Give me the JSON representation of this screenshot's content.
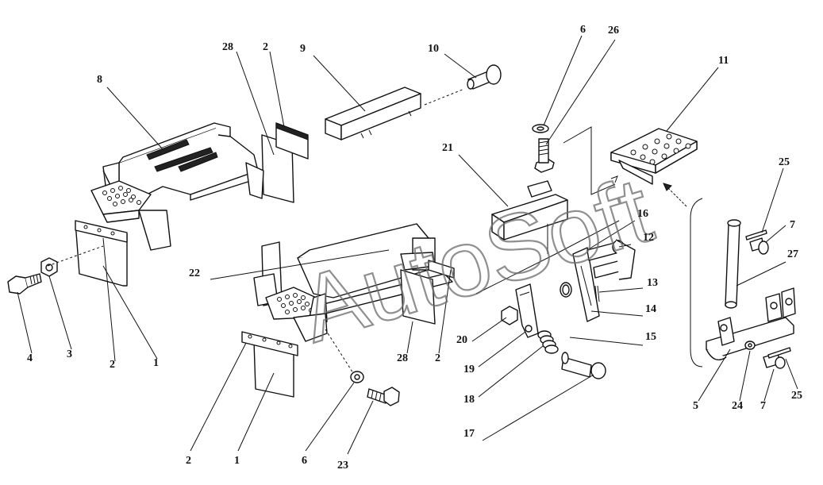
{
  "diagram": {
    "watermark": "AutoSoft",
    "callouts": {
      "c28a": "28",
      "c2a": "2",
      "c9": "9",
      "c10": "10",
      "c6a": "6",
      "c26": "26",
      "c8": "8",
      "c21": "21",
      "c11": "11",
      "c25a": "25",
      "c7a": "7",
      "c27": "27",
      "c16": "16",
      "c12": "12",
      "c22": "22",
      "c13": "13",
      "c14": "14",
      "c15": "15",
      "c20": "20",
      "c19": "19",
      "c18": "18",
      "c17": "17",
      "c4": "4",
      "c3": "3",
      "c2b": "2",
      "c1a": "1",
      "c28b": "28",
      "c2c": "2",
      "c5": "5",
      "c24": "24",
      "c7b": "7",
      "c25b": "25",
      "c2d": "2",
      "c1b": "1",
      "c6b": "6",
      "c23": "23"
    }
  }
}
